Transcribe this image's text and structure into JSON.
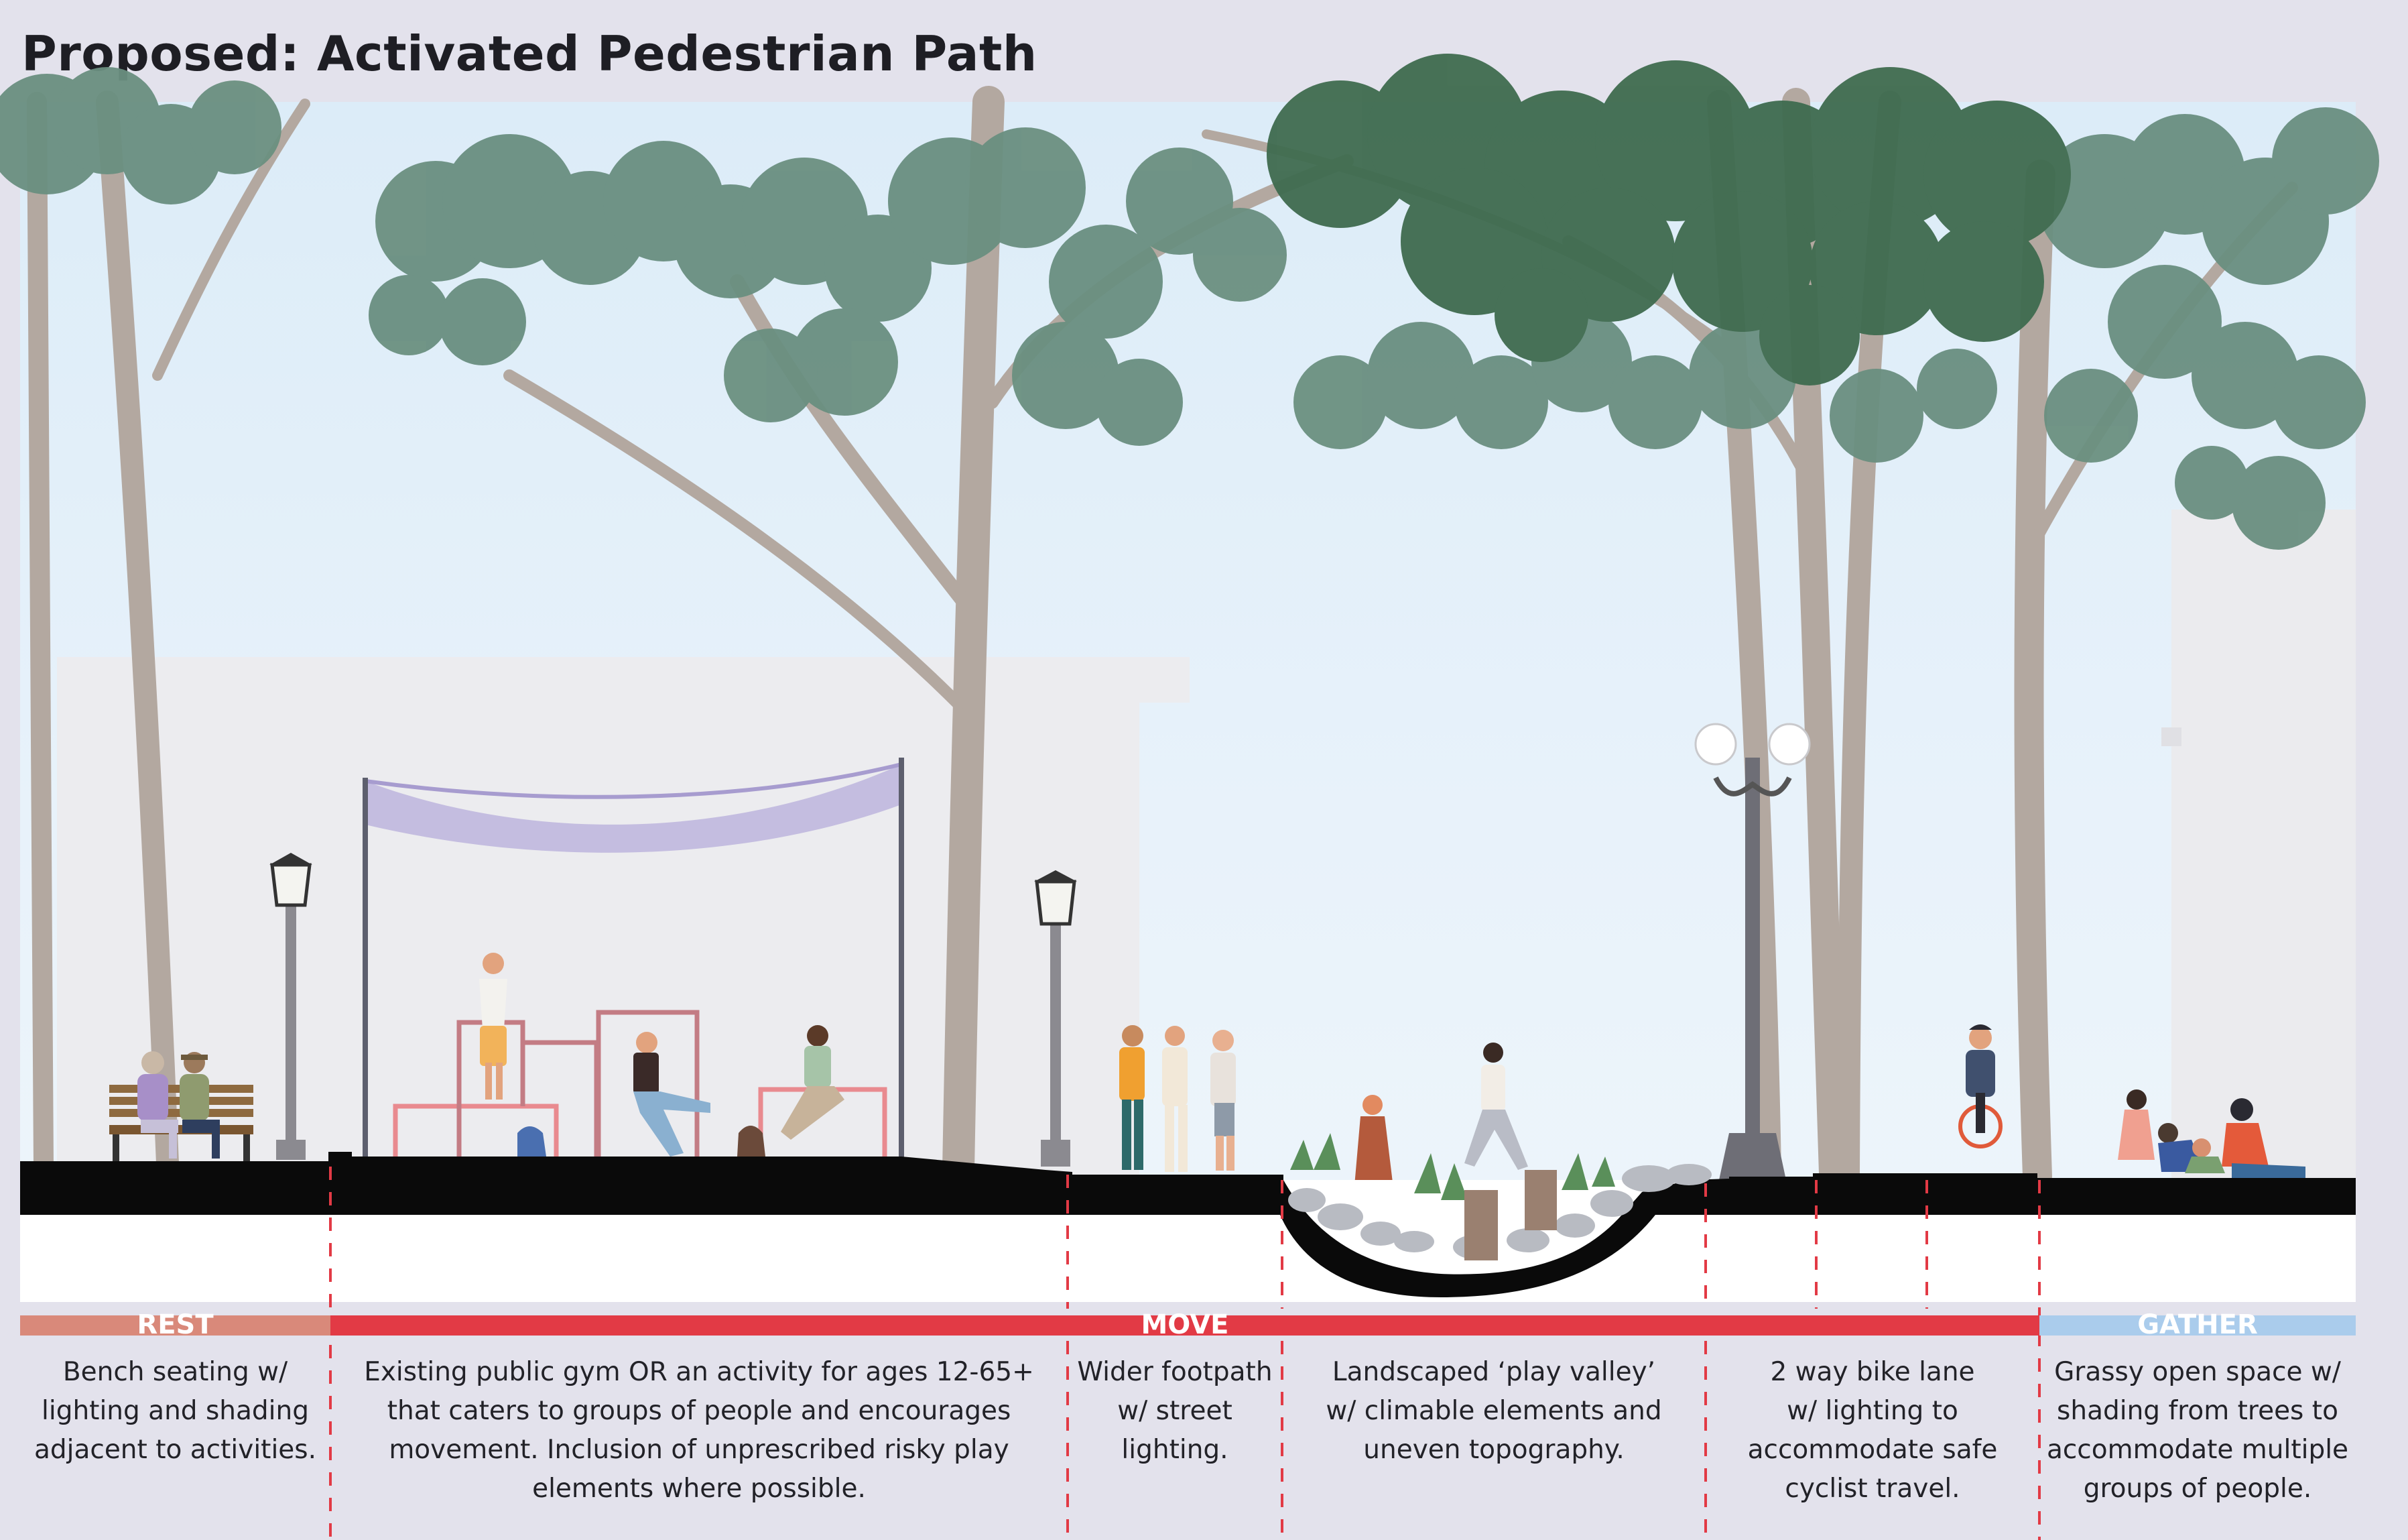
{
  "title": "Proposed: Activated Pedestrian Path",
  "zones": [
    {
      "label": "REST",
      "color": "#d9897a",
      "lines": [
        "Bench seating w/",
        "lighting and shading",
        "adjacent to activities."
      ]
    },
    {
      "label": "MOVE",
      "color": "#e23a45",
      "lines": [
        "Existing public gym OR an activity for ages 12-65+",
        "that caters to groups of people and encourages",
        "movement. Inclusion of unprescribed risky play",
        "elements where possible."
      ]
    },
    {
      "label": "",
      "color": "#e23a45",
      "lines": [
        "Wider footpath",
        "w/ street",
        "lighting."
      ]
    },
    {
      "label": "",
      "color": "#e23a45",
      "lines": [
        "Landscaped ‘play valley’",
        "w/ climable elements and",
        "uneven topography."
      ]
    },
    {
      "label": "",
      "color": "#e23a45",
      "lines": [
        "2 way bike lane",
        "w/ lighting to",
        "accommodate safe",
        "cyclist travel."
      ]
    },
    {
      "label": "GATHER",
      "color": "#aaccec",
      "lines": [
        "Grassy open space w/",
        "shading from trees to",
        "accommodate multiple",
        "groups of people."
      ]
    }
  ]
}
